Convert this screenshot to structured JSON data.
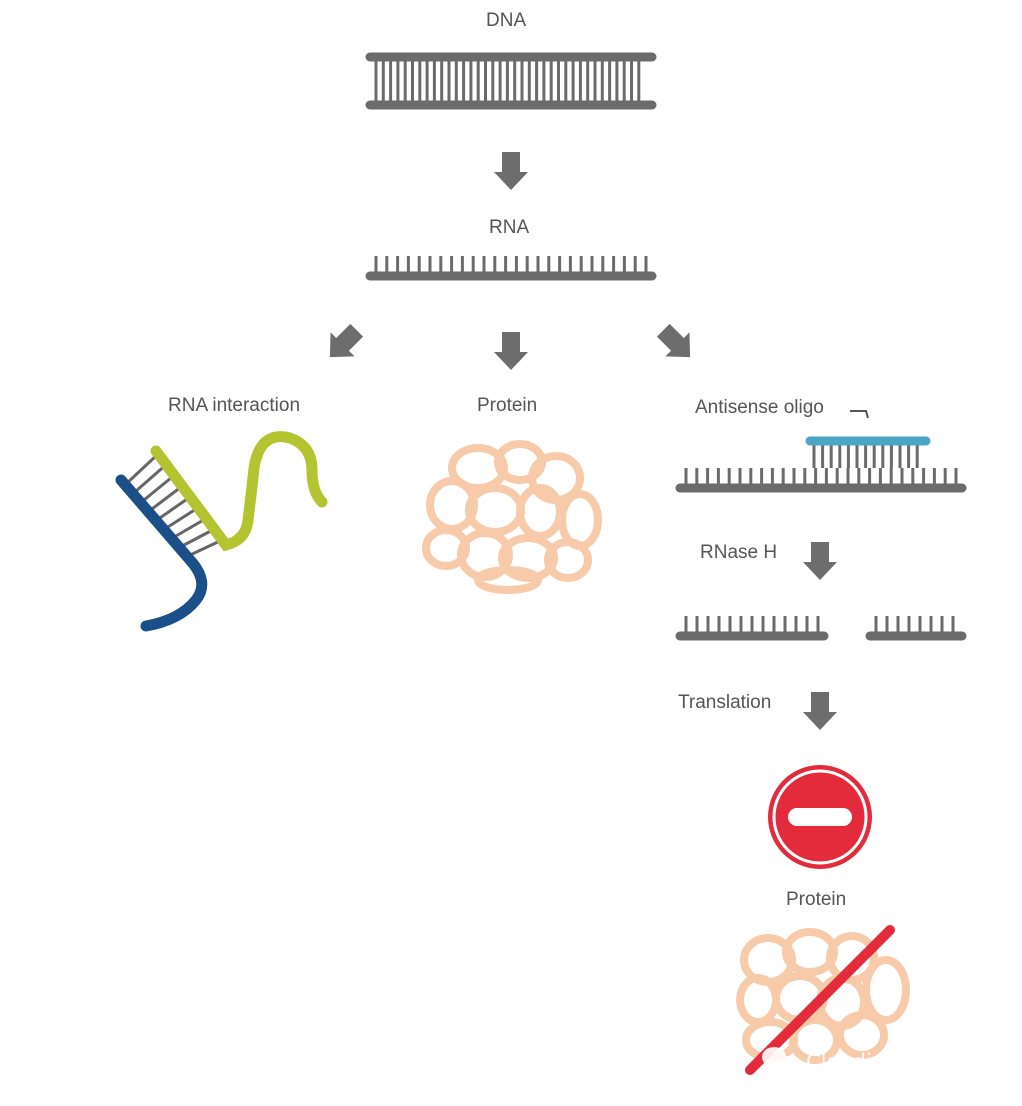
{
  "labels": {
    "dna": "DNA",
    "rna": "RNA",
    "rna_interaction": "RNA interaction",
    "protein": "Protein",
    "antisense_oligo": "Antisense oligo",
    "rnase_h": "RNase H",
    "translation": "Translation",
    "protein_blocked": "Protein"
  },
  "watermark": {
    "text": "Claudisiran药药",
    "icon": "wechat-icon"
  },
  "colors": {
    "strand": "#6b6b6b",
    "arrow": "#6d6d6d",
    "oligo": "#4aa6c4",
    "rna_green": "#b3c430",
    "rna_blue": "#1a4f8a",
    "protein": "#f7cba9",
    "stop": "#e32b3c"
  },
  "icons": [
    "down-arrow-icon",
    "diagonal-arrow-icon",
    "stop-sign-icon",
    "strike-line-icon"
  ]
}
